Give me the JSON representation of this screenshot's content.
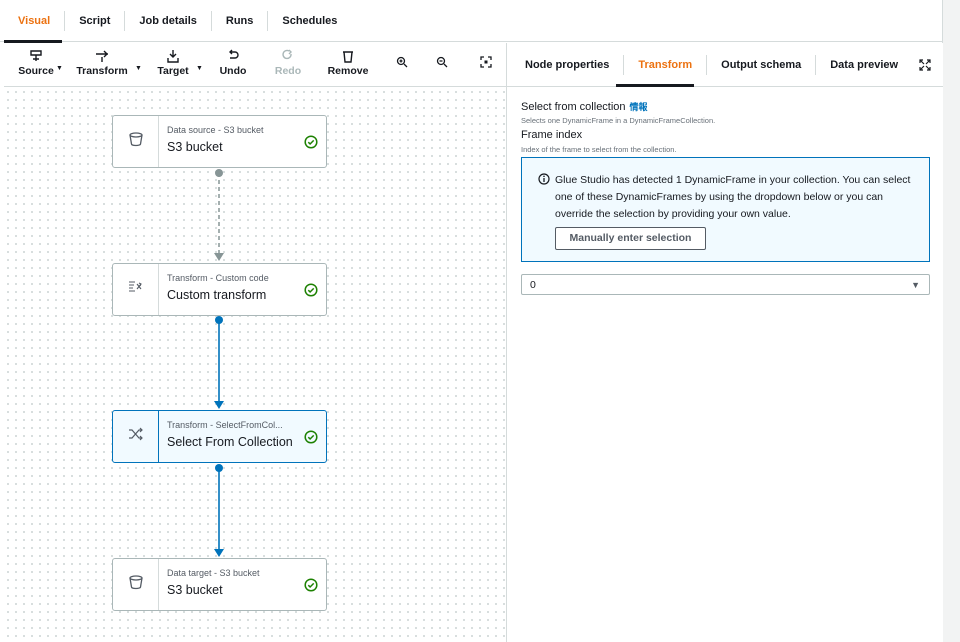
{
  "top_tabs": [
    {
      "label": "Visual",
      "active": true
    },
    {
      "label": "Script",
      "active": false
    },
    {
      "label": "Job details",
      "active": false
    },
    {
      "label": "Runs",
      "active": false
    },
    {
      "label": "Schedules",
      "active": false
    }
  ],
  "toolbar": {
    "source": {
      "label": "Source",
      "icon": "source-icon"
    },
    "transform": {
      "label": "Transform",
      "icon": "transform-icon"
    },
    "target": {
      "label": "Target",
      "icon": "target-icon"
    },
    "undo": {
      "label": "Undo",
      "icon": "undo-icon"
    },
    "redo": {
      "label": "Redo",
      "icon": "redo-icon",
      "disabled": true
    },
    "remove": {
      "label": "Remove",
      "icon": "trash-icon"
    },
    "zoom_in_icon": "zoom-in-icon",
    "zoom_out_icon": "zoom-out-icon",
    "fit_icon": "fit-to-screen-icon"
  },
  "nodes": [
    {
      "subtitle": "Data source - S3 bucket",
      "title": "S3 bucket",
      "icon": "bucket-icon",
      "status": "success"
    },
    {
      "subtitle": "Transform - Custom code",
      "title": "Custom transform",
      "icon": "custom-code-icon",
      "status": "success"
    },
    {
      "subtitle": "Transform - SelectFromCol...",
      "title": "Select From Collection",
      "icon": "shuffle-icon",
      "status": "success",
      "selected": true
    },
    {
      "subtitle": "Data target - S3 bucket",
      "title": "S3 bucket",
      "icon": "bucket-icon",
      "status": "success"
    }
  ],
  "panel": {
    "tabs": [
      {
        "label": "Node properties",
        "active": false
      },
      {
        "label": "Transform",
        "active": true
      },
      {
        "label": "Output schema",
        "active": false
      },
      {
        "label": "Data preview",
        "active": false
      }
    ],
    "collection_label": "Select from collection",
    "info_link": "情報",
    "collection_desc": "Selects one DynamicFrame in a DynamicFrameCollection.",
    "frame_index_label": "Frame index",
    "frame_index_desc": "Index of the frame to select from the collection.",
    "alert_text": "Glue Studio has detected 1 DynamicFrame in your collection. You can select one of these DynamicFrames by using the dropdown below or you can override the selection by providing your own value.",
    "alert_button": "Manually enter selection",
    "select_value": "0"
  },
  "colors": {
    "accent": "#ec7211",
    "link": "#0073bb",
    "success": "#1d8102",
    "edge_active": "#0073bb",
    "edge_inactive": "#879596"
  }
}
